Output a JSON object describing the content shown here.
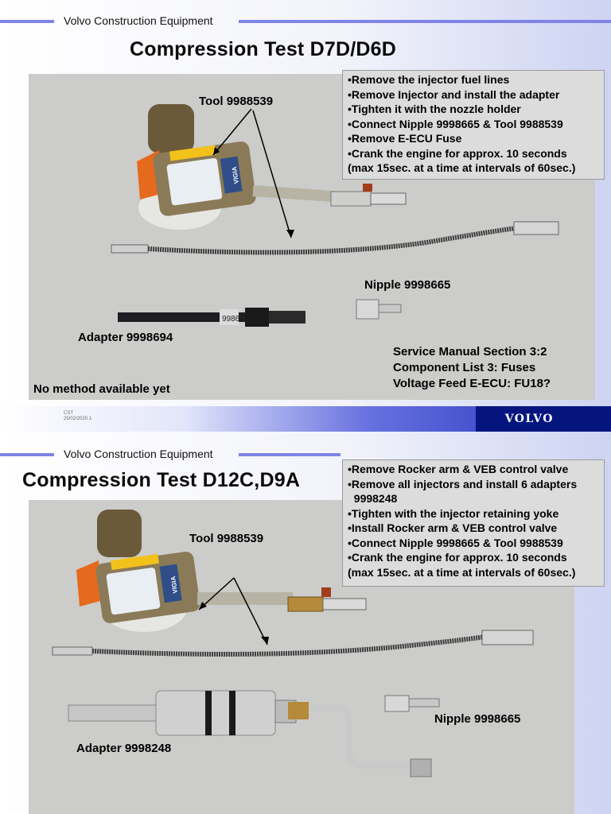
{
  "slide1": {
    "company": "Volvo Construction Equipment",
    "title": "Compression Test D7D/D6D",
    "instructions": [
      "•Remove the injector fuel lines",
      "•Remove Injector and install the adapter",
      "•Tighten it with the nozzle holder",
      "•Connect Nipple 9998665 & Tool 9988539",
      "•Remove E-ECU Fuse",
      "•Crank the engine for approx. 10 seconds",
      "(max 15sec. at a time at intervals of 60sec.)"
    ],
    "labels": {
      "tool": "Tool 9988539",
      "nipple": "Nipple 9998665",
      "adapter": "Adapter 9998694",
      "no_method": "No method available yet"
    },
    "service_info": [
      "Service Manual Section 3:2",
      "Component List 3: Fuses",
      "Voltage Feed E-ECU: FU18?"
    ],
    "gauge_brand": "VIGIA",
    "adapter_marking": "9986"
  },
  "footer": {
    "line1": "CST",
    "line2": "25/02/2020 1",
    "logo": "VOLVO"
  },
  "slide2": {
    "company": "Volvo Construction Equipment",
    "title": "Compression Test D12C,D9A",
    "instructions": [
      "•Remove Rocker arm & VEB control valve",
      "•Remove all injectors and install 6 adapters",
      "  9998248",
      "•Tighten with the injector retaining yoke",
      "•Install Rocker arm & VEB control valve",
      "•Connect Nipple 9998665 & Tool 9988539",
      "•Crank the engine for approx. 10 seconds",
      "(max 15sec. at a time at intervals of 60sec.)"
    ],
    "labels": {
      "tool": "Tool 9988539",
      "nipple": "Nipple 9998665",
      "adapter": "Adapter 9998248"
    },
    "gauge_brand": "VIGIA"
  }
}
